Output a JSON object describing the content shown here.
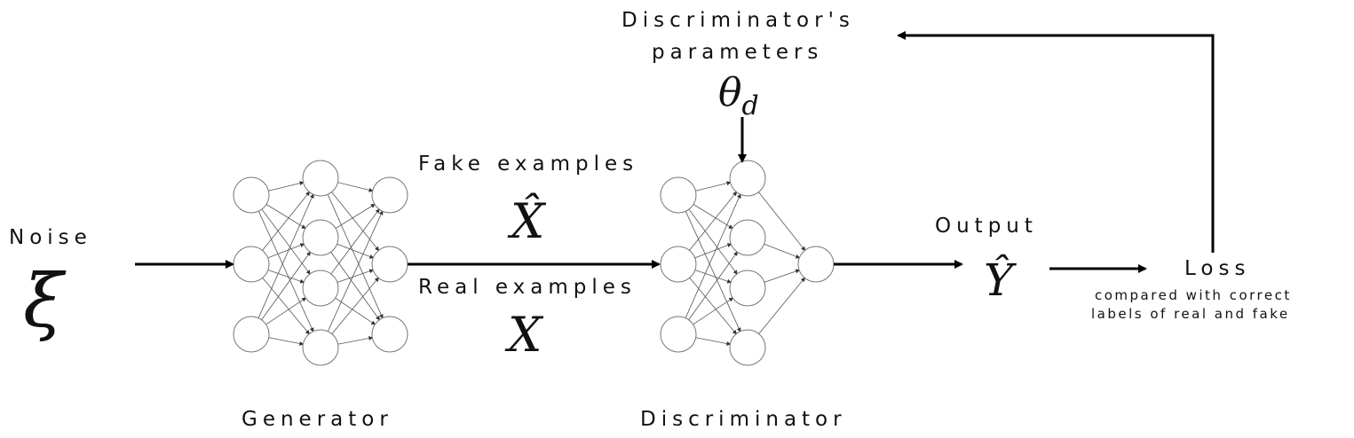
{
  "labels": {
    "noise": "Noise",
    "noise_symbol": "ξ",
    "generator": "Generator",
    "discriminator": "Discriminator",
    "fake_examples": "Fake examples",
    "fake_symbol": "X̂",
    "real_examples": "Real examples",
    "real_symbol": "X",
    "disc_params_line1": "Discriminator's",
    "disc_params_line2": "parameters",
    "theta": "θ",
    "theta_sub": "d",
    "output": "Output",
    "output_symbol": "Ŷ",
    "loss": "Loss",
    "loss_desc_line1": "compared with correct",
    "loss_desc_line2": "labels of real and fake"
  },
  "colors": {
    "stroke": "#000000",
    "node_stroke": "#777777",
    "edge": "#555555"
  },
  "networks": {
    "generator_layers": [
      3,
      4,
      3
    ],
    "discriminator_layers": [
      3,
      4,
      1
    ]
  }
}
